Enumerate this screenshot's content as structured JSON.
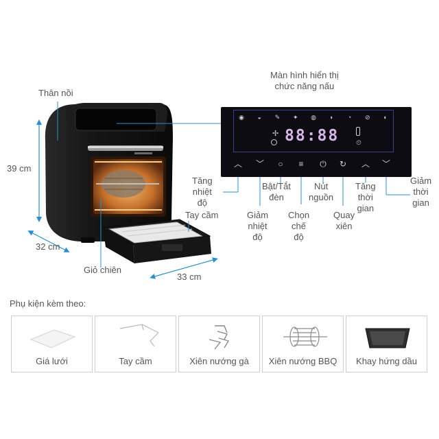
{
  "labels": {
    "than_noi": "Thân nồi",
    "man_hinh": [
      "Màn hình hiển thị",
      "chức năng nấu"
    ],
    "tang_nhiet_do": [
      "Tăng",
      "nhiệt",
      "độ"
    ],
    "tay_cam": "Tay cầm",
    "bat_tat_den": [
      "Bật/Tắt",
      "đèn"
    ],
    "nut_nguon": [
      "Nút",
      "nguồn"
    ],
    "tang_thoi_gian": [
      "Tăng",
      "thời",
      "gian"
    ],
    "giam_thoi_gian": [
      "Giảm",
      "thời",
      "gian"
    ],
    "giam_nhiet_do": [
      "Giảm",
      "nhiệt",
      "độ"
    ],
    "chon_che_do": [
      "Chọn",
      "chế",
      "độ"
    ],
    "quay_xien": [
      "Quay",
      "xiên"
    ],
    "gio_chien": "Giỏ chiên"
  },
  "dimensions": {
    "height": "39 cm",
    "depth": "32 cm",
    "width": "33 cm"
  },
  "display": {
    "digits": "88:88"
  },
  "accessories": {
    "title": "Phụ kiện kèm theo:",
    "items": [
      {
        "label": "Giá lưới"
      },
      {
        "label": "Tay cầm"
      },
      {
        "label": "Xiên nướng gà"
      },
      {
        "label": "Xiên nướng BBQ"
      },
      {
        "label": "Khay hứng dầu"
      }
    ]
  },
  "colors": {
    "line": "#2a8fd0",
    "panel": "#0c0c12",
    "screen_border": "#3c3f8a",
    "digits": "#d7b6e6",
    "body": "#141414",
    "glow": "#d98a3a"
  }
}
